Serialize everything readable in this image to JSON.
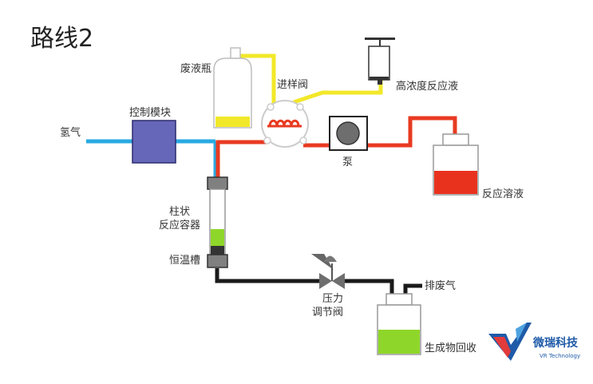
{
  "title": "路线2",
  "labels": {
    "hydrogen": "氢气",
    "control_module": "控制模块",
    "waste_bottle": "废液瓶",
    "injection_valve": "进样阀",
    "high_conc_solution": "高浓度反应液",
    "pump": "泵",
    "reaction_solution": "反应溶液",
    "column_line1": "柱状",
    "column_line2": "反应容器",
    "thermostat": "恒温槽",
    "pressure_valve_line1": "压力",
    "pressure_valve_line2": "调节阀",
    "exhaust": "排废气",
    "product_recovery": "生成物回收"
  },
  "logo": {
    "name": "微瑞科技",
    "subtitle": "VR Technology"
  },
  "colors": {
    "gas_line": "#29aae2",
    "reagent_line": "#e83a21",
    "waste_line": "#f2e82a",
    "product_line": "#1a1a1a",
    "control_box": "#6667b8",
    "catalyst": "#8fd62a",
    "reaction_liquid": "#e8321e"
  }
}
